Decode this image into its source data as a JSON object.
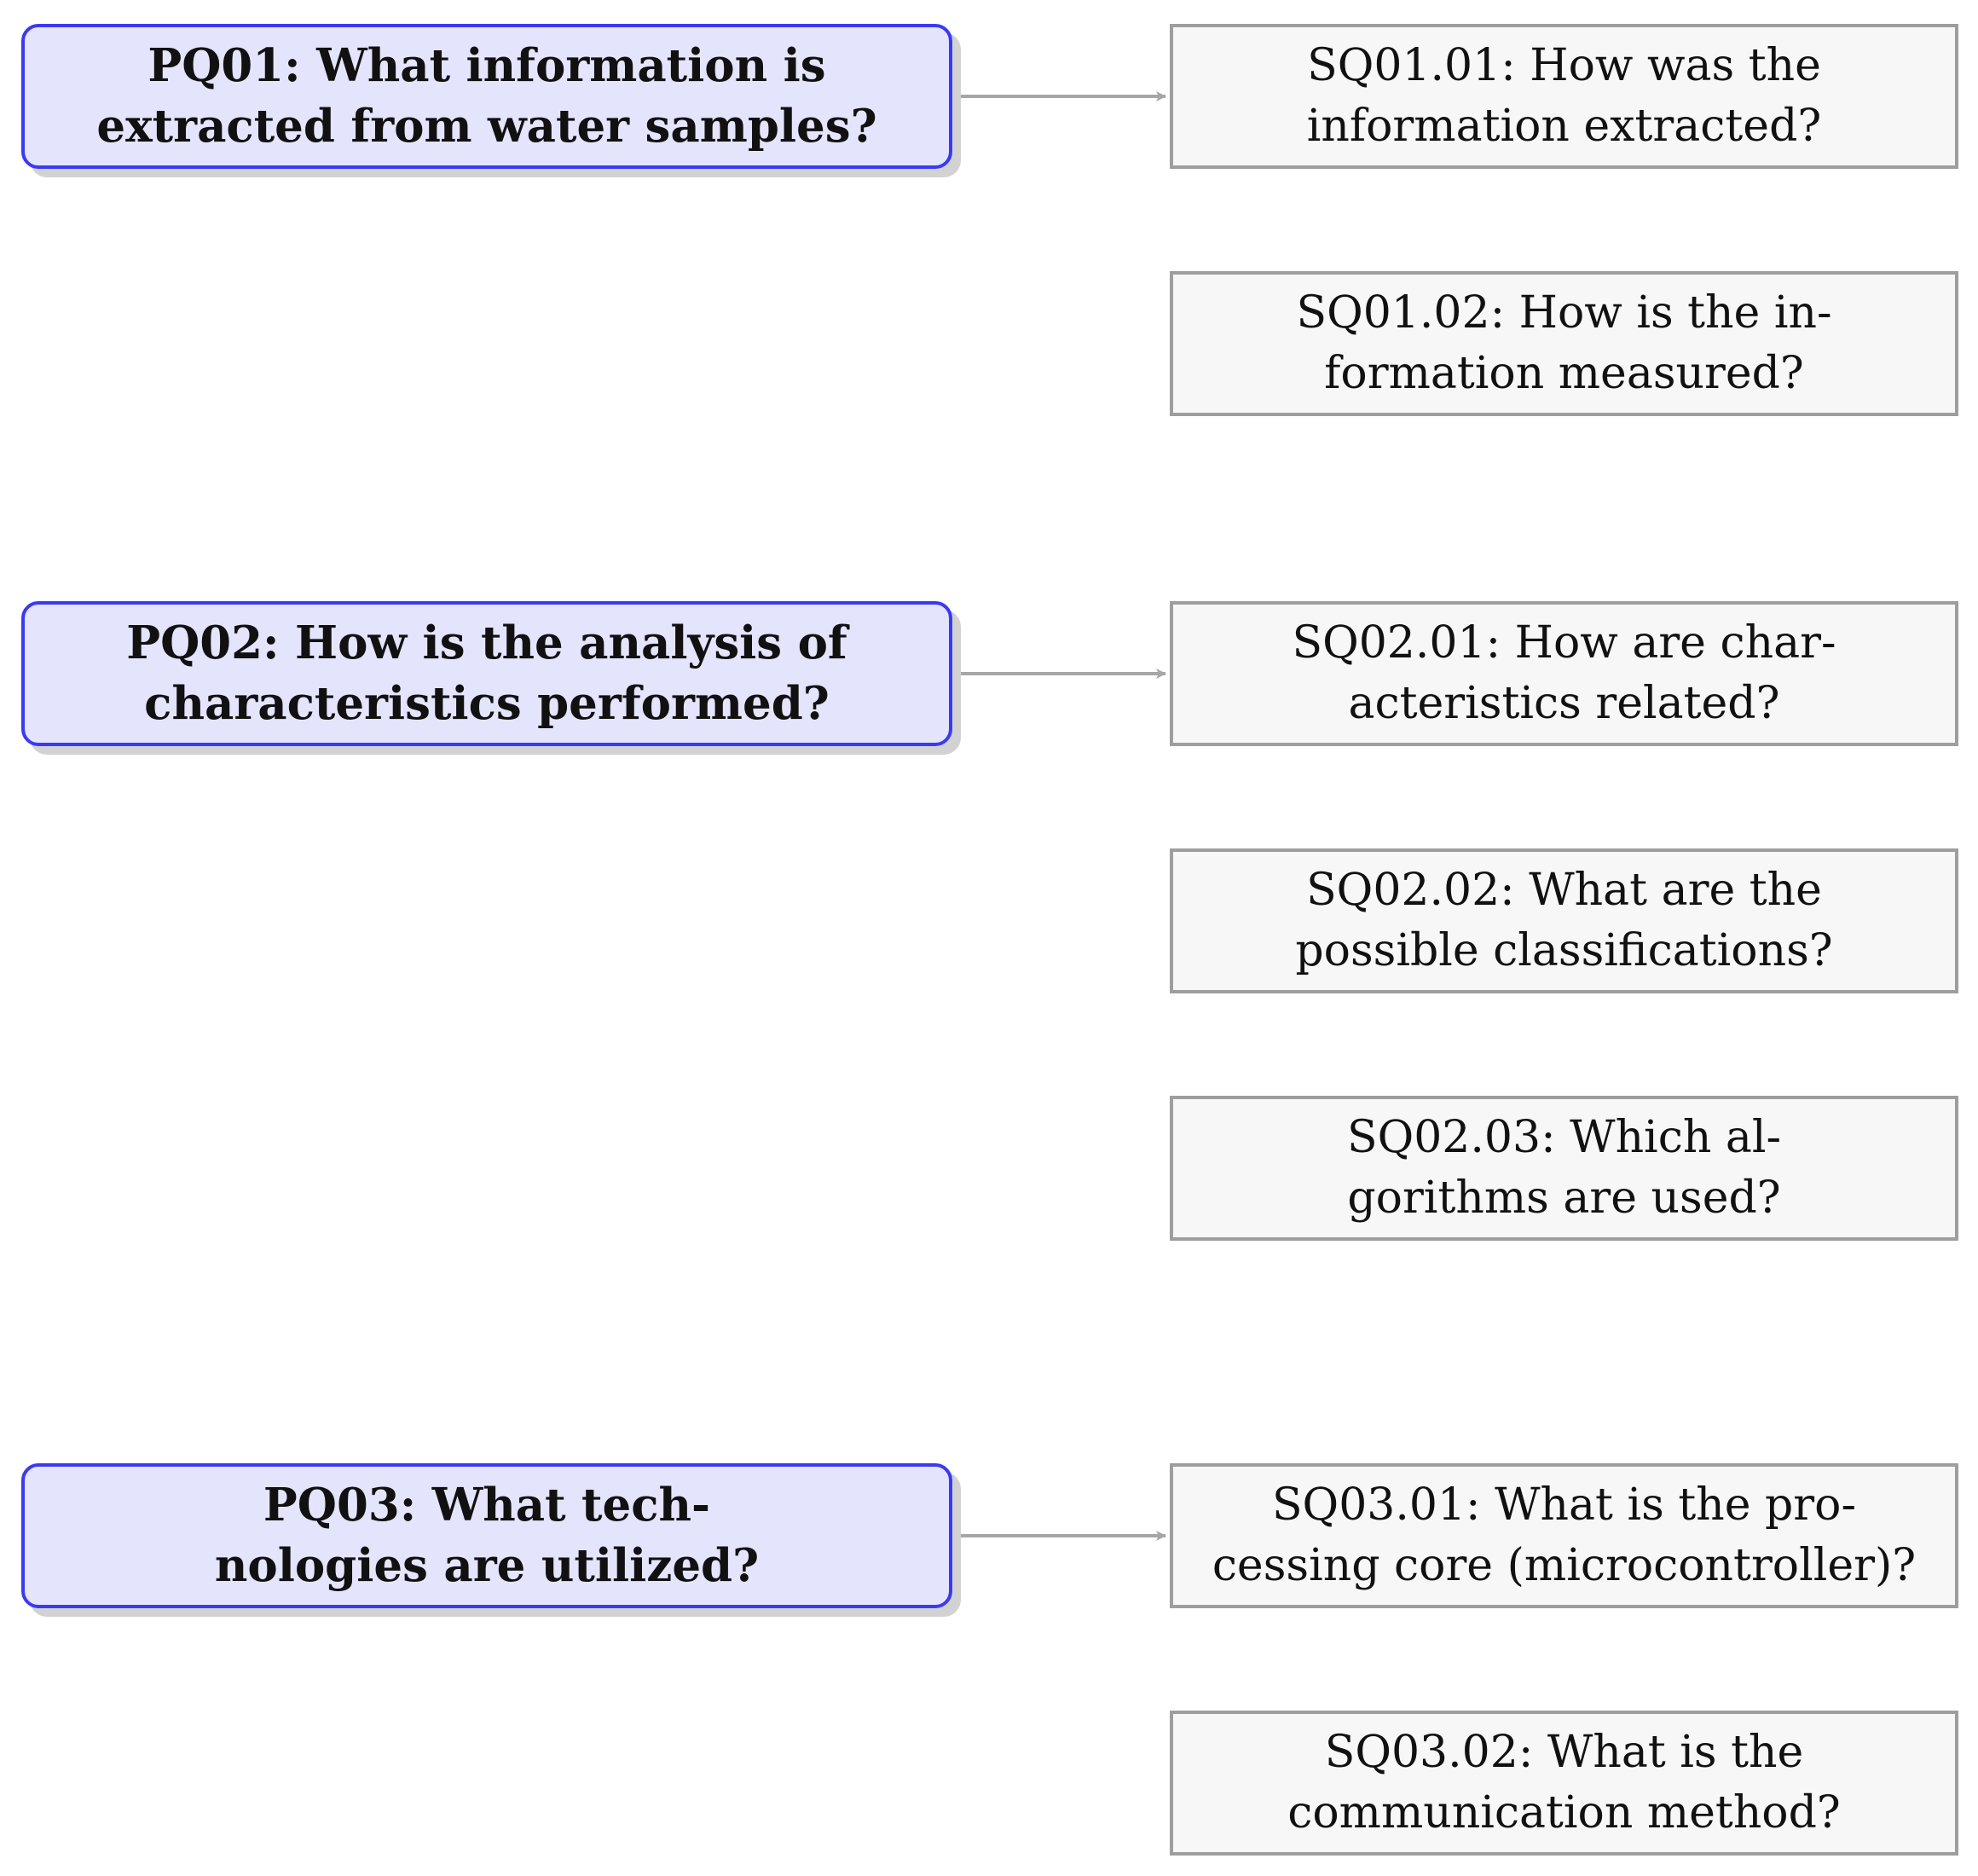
{
  "primary_questions": [
    {
      "id": "pq01",
      "lines": [
        "PQ01: What information is",
        "extracted from water samples?"
      ]
    },
    {
      "id": "pq02",
      "lines": [
        "PQ02: How is the analysis of",
        "characteristics performed?"
      ]
    },
    {
      "id": "pq03",
      "lines": [
        "PQ03: What tech-",
        "nologies are utilized?"
      ]
    }
  ],
  "secondary_questions": [
    {
      "id": "sq01-01",
      "lines": [
        "SQ01.01: How was the",
        "information extracted?"
      ]
    },
    {
      "id": "sq01-02",
      "lines": [
        "SQ01.02: How is the in-",
        "formation measured?"
      ]
    },
    {
      "id": "sq02-01",
      "lines": [
        "SQ02.01: How are char-",
        "acteristics related?"
      ]
    },
    {
      "id": "sq02-02",
      "lines": [
        "SQ02.02: What are the",
        "possible classifications?"
      ]
    },
    {
      "id": "sq02-03",
      "lines": [
        "SQ02.03: Which al-",
        "gorithms are used?"
      ]
    },
    {
      "id": "sq03-01",
      "lines": [
        "SQ03.01: What is the pro-",
        "cessing core (microcontroller)?"
      ]
    },
    {
      "id": "sq03-02",
      "lines": [
        "SQ03.02: What is the",
        "communication method?"
      ]
    }
  ],
  "colors": {
    "primary_fill": "#e4e4fc",
    "primary_border": "#3a3af2",
    "secondary_fill": "#f7f7f7",
    "secondary_border": "#9e9e9e",
    "arrow": "#a6a6a6"
  }
}
